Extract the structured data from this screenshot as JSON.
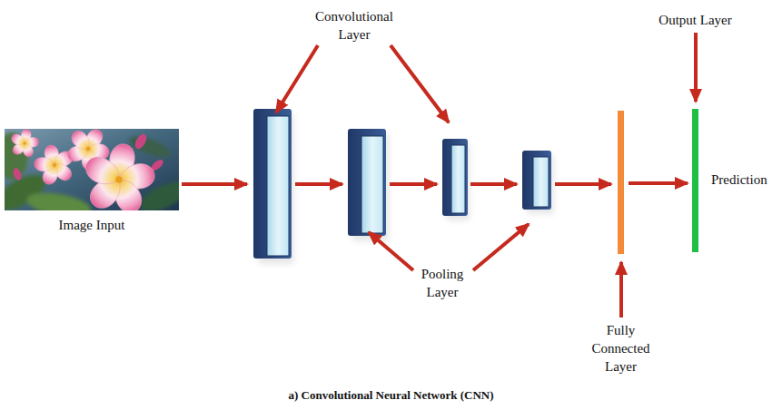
{
  "diagram": {
    "caption": "a) Convolutional Neural Network (CNN)",
    "nodes": [
      {
        "text": [
          "Image Input"
        ]
      },
      {
        "text": [
          "Fully Connected Layer"
        ]
      },
      {
        "text": [
          "Output Layer",
          "Prediction"
        ]
      }
    ],
    "edges": [
      {
        "from": 1,
        "to": 2,
        "arrow": "to"
      }
    ],
    "labels": [
      "Convolutional Layer",
      "Pooling Layer"
    ]
  }
}
